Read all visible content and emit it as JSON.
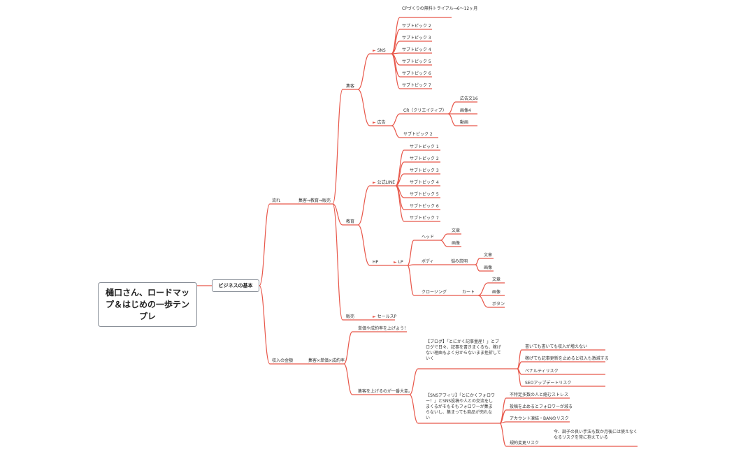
{
  "root": "樋口さん、ロードマップ＆はじめの一歩テンプレ",
  "main": "ビジネスの基本",
  "flow": {
    "label": "流れ",
    "summary": "集客⇒教育⇒販売",
    "attract": {
      "label": "集客",
      "sns": {
        "label": "SNS",
        "items": [
          "CPづくりの無料トライアル→6〜12ヶ月",
          "サブトピック 2",
          "サブトピック 3",
          "サブトピック 4",
          "サブトピック 5",
          "サブトピック 6",
          "サブトピック 7"
        ]
      },
      "ads": {
        "label": "広告",
        "cr": {
          "label": "CR（クリエイティブ）",
          "items": [
            "広告文16",
            "画像4",
            "動画"
          ]
        },
        "sub2": "サブトピック 2"
      }
    },
    "educate": {
      "label": "教育",
      "line": {
        "label": "公式LINE",
        "items": [
          "サブトピック 1",
          "サブトピック 2",
          "サブトピック 3",
          "サブトピック 4",
          "サブトピック 5",
          "サブトピック 6",
          "サブトピック 7"
        ]
      },
      "hp": {
        "label": "HP",
        "lp": {
          "label": "LP",
          "head": {
            "label": "ヘッド",
            "items": [
              "文章",
              "画像"
            ]
          },
          "body": {
            "label": "ボディ",
            "problem": {
              "label": "悩み説明",
              "items": [
                "文章",
                "画像"
              ]
            }
          },
          "closing": {
            "label": "クロージング",
            "cart": {
              "label": "カート",
              "items": [
                "文章",
                "画像",
                "ボタン"
              ]
            }
          }
        }
      }
    },
    "sell": {
      "label": "販売",
      "sales": "セールスP"
    }
  },
  "income": {
    "label": "収入の金額",
    "summary": "集客×単価×成約率",
    "raise": "単価や成約率を上げよう！",
    "hardest": "集客を上げるのが一番大変。",
    "blog": {
      "text": "【ブログ】「とにかく記事量産！」とブログで日々、記事を書きまくるも、稼げない理由もよく分からないまま挫折していく",
      "items": [
        "書いても書いても収入が増えない",
        "稼げても記事更新を止めると収入も激減する",
        "ペナルティリスク",
        "SEOアップデートリスク"
      ]
    },
    "snsaff": {
      "text": "【SNSアフィリ】「とにかくフォロワー！」とSNS投稿や人との交流をしまくるがそもそもフォロワーが集まらないし、集まっても商品が売れない",
      "items": [
        "不特定多数の人と絡むストレス",
        "投稿を止めるとフォロワーが減る",
        "アカウント凍結・BANのリスク",
        "規約変更リスク"
      ],
      "note": "今、調子の良い手法も数か月後には使えなくなるリスクを常に抱えている"
    }
  },
  "colors": {
    "line": "#e8574a",
    "marker": "#e8574a",
    "box_border": "#8a9099"
  }
}
